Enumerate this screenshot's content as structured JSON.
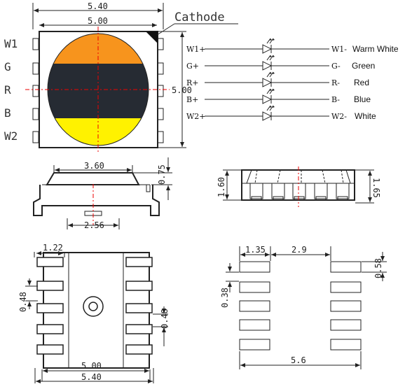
{
  "top_view": {
    "width_outer": "5.40",
    "width_inner": "5.00",
    "height": "5.00",
    "cathode_label": "Cathode",
    "pins_left": [
      "W1",
      "G",
      "R",
      "B",
      "W2"
    ],
    "colors": {
      "warm_white": "#f7941d",
      "dark_band": "#262b33",
      "white_band": "#fff200",
      "package": "#ffffff"
    }
  },
  "schematic": {
    "rows": [
      {
        "anode": "W1+",
        "cathode": "W1-",
        "color": "Warm White"
      },
      {
        "anode": "G+",
        "cathode": "G-",
        "color": "Green"
      },
      {
        "anode": "R+",
        "cathode": "R-",
        "color": "Red"
      },
      {
        "anode": "B+",
        "cathode": "B-",
        "color": "Blue"
      },
      {
        "anode": "W2+",
        "cathode": "W2-",
        "color": "White"
      }
    ]
  },
  "side_view": {
    "lens_width": "3.60",
    "lens_height": "0.75",
    "base_width": "2.56"
  },
  "end_view": {
    "left_height": "1.60",
    "right_height": "1.65"
  },
  "bottom_view": {
    "pad_width": "1.22",
    "pad_pitch": "0.48",
    "pad_height": "0.48",
    "inner_width": "5.00",
    "outer_width": "5.40"
  },
  "footprint": {
    "pad_width": "1.35",
    "pad_gap": "2.9",
    "pad_height": "0.58",
    "pad_spacing": "0.38",
    "total_width": "5.6"
  }
}
